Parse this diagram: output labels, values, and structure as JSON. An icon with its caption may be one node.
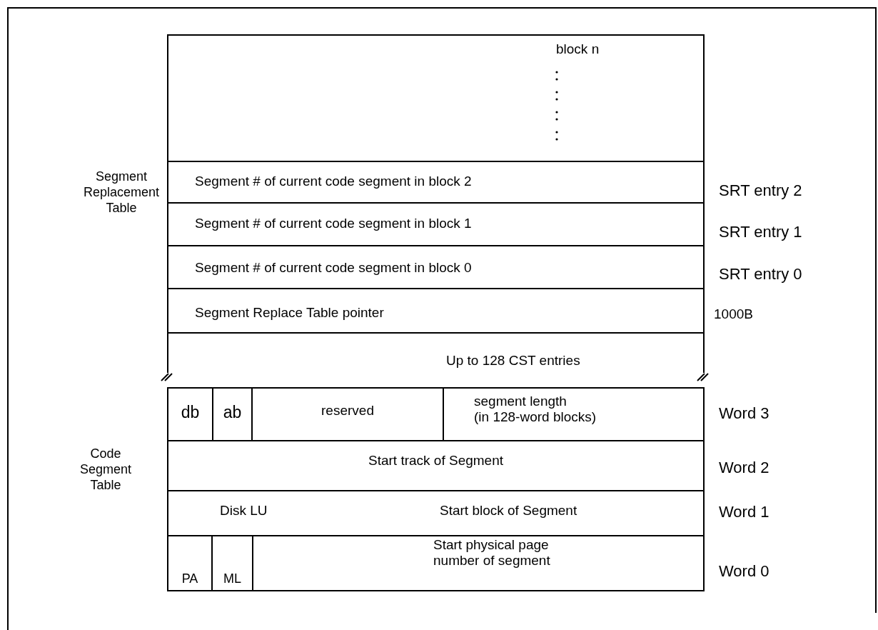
{
  "diagram": {
    "nodes": [
      {
        "text": [
          "block n"
        ]
      },
      {
        "text": [
          "Segment # of current code segment in block 2"
        ],
        "beside": [
          "SRT entry 2"
        ]
      },
      {
        "text": [
          "Segment # of current code segment in block 1"
        ],
        "beside": [
          "SRT entry 1"
        ]
      },
      {
        "text": [
          "Segment # of current code segment in block 0"
        ],
        "beside": [
          "SRT entry 0"
        ]
      },
      {
        "text": [
          "Segment Replace Table pointer"
        ]
      },
      {
        "text": [
          "Up to 128 CST entries"
        ]
      },
      {
        "text": [],
        "shape": "box",
        "beside": [
          "Word 3"
        ]
      },
      {
        "text": [
          "db"
        ],
        "in": 6
      },
      {
        "text": [
          "ab"
        ],
        "in": 6
      },
      {
        "text": [
          "reserved"
        ],
        "in": 6
      },
      {
        "text": [
          "segment length (in 128-word blocks)"
        ],
        "in": 6
      },
      {
        "text": [
          "Start track of Segment"
        ],
        "beside": [
          "Word 2"
        ]
      },
      {
        "text": [
          "Disk LU",
          "Start block of Segment"
        ],
        "beside": [
          "Word 1"
        ]
      },
      {
        "text": [],
        "shape": "box",
        "beside": [
          "Word 0"
        ]
      },
      {
        "text": [
          "PA"
        ],
        "in": 13
      },
      {
        "text": [
          "ML"
        ],
        "in": 13
      },
      {
        "text": [
          "Start physical page number of segment"
        ],
        "in": 13
      }
    ],
    "labels": [
      "Segment Replacement Table",
      "1000B",
      "Code Segment Table"
    ]
  }
}
